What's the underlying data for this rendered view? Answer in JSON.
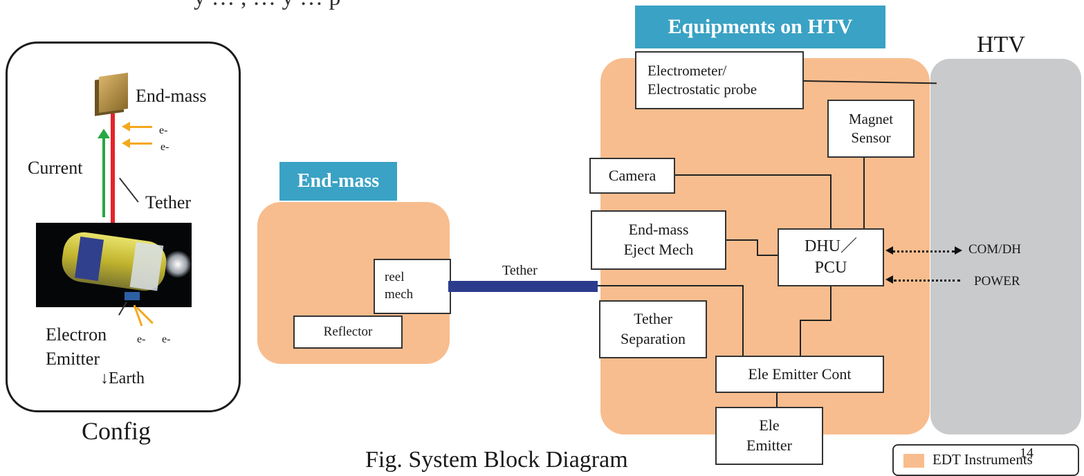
{
  "colors": {
    "orange": "#f8bd8e",
    "teal": "#3aa2c4",
    "gray": "#c9cacc",
    "tether": "#2c3c8c",
    "red_tether": "#e5232a",
    "current_arrow": "#27a845",
    "electron_arrow": "#f4a81c"
  },
  "top_partial_text": "y … , … y … p",
  "config": {
    "end_mass": "End-mass",
    "electron_1": "e-",
    "electron_2": "e-",
    "current": "Current",
    "tether": "Tether",
    "electron_emitter": "Electron\nEmitter",
    "e_a": "e-",
    "e_b": "e-",
    "earth": "↓Earth",
    "caption": "Config"
  },
  "endmass_block": {
    "title": "End-mass",
    "reel_mech": "reel\nmech",
    "reflector": "Reflector"
  },
  "tether_label": "Tether",
  "htv_block": {
    "title": "Equipments on HTV",
    "htv": "HTV",
    "electrometer": "Electrometer/\nElectrostatic probe",
    "magnet_sensor": "Magnet\nSensor",
    "camera": "Camera",
    "eject_mech": "End-mass\nEject Mech",
    "dhu_pcu": "DHU／\nPCU",
    "tether_separation": "Tether\nSeparation",
    "ele_emitter_cont": "Ele Emitter Cont",
    "ele_emitter": "Ele\nEmitter",
    "com_dh": "COM/DH",
    "power": "POWER"
  },
  "figure_caption": "Fig. System Block Diagram",
  "legend": {
    "label": "EDT Instruments",
    "page_number": "14"
  }
}
